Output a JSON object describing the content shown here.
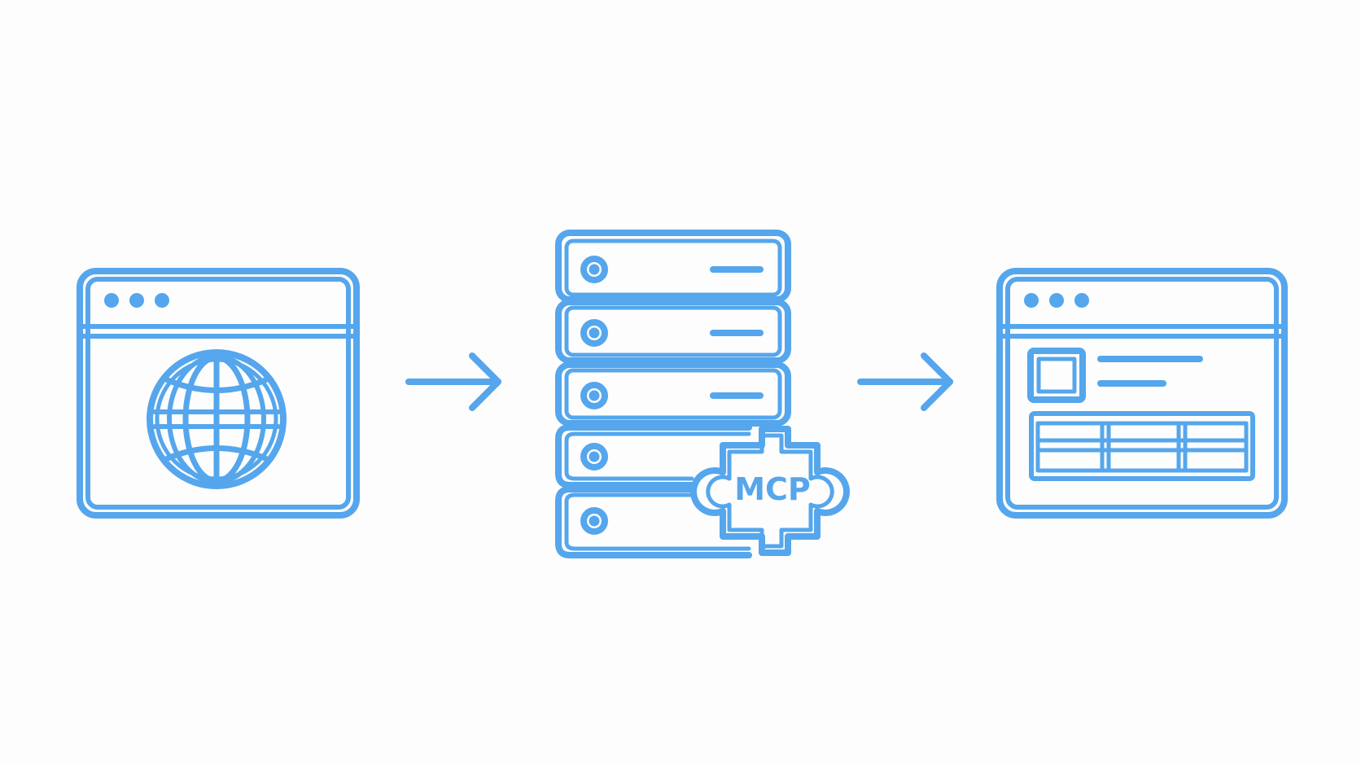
{
  "colors": {
    "background": "#fdfdfd",
    "stroke": "#55a6ec"
  },
  "diagram": {
    "flow": [
      {
        "id": "source",
        "icon": "browser-globe-icon"
      },
      {
        "id": "arrow-1",
        "icon": "arrow-right-icon"
      },
      {
        "id": "server",
        "icon": "server-stack-icon",
        "badge": {
          "icon": "puzzle-piece-icon",
          "label": "MCP"
        }
      },
      {
        "id": "arrow-2",
        "icon": "arrow-right-icon"
      },
      {
        "id": "result",
        "icon": "browser-table-icon"
      }
    ]
  }
}
